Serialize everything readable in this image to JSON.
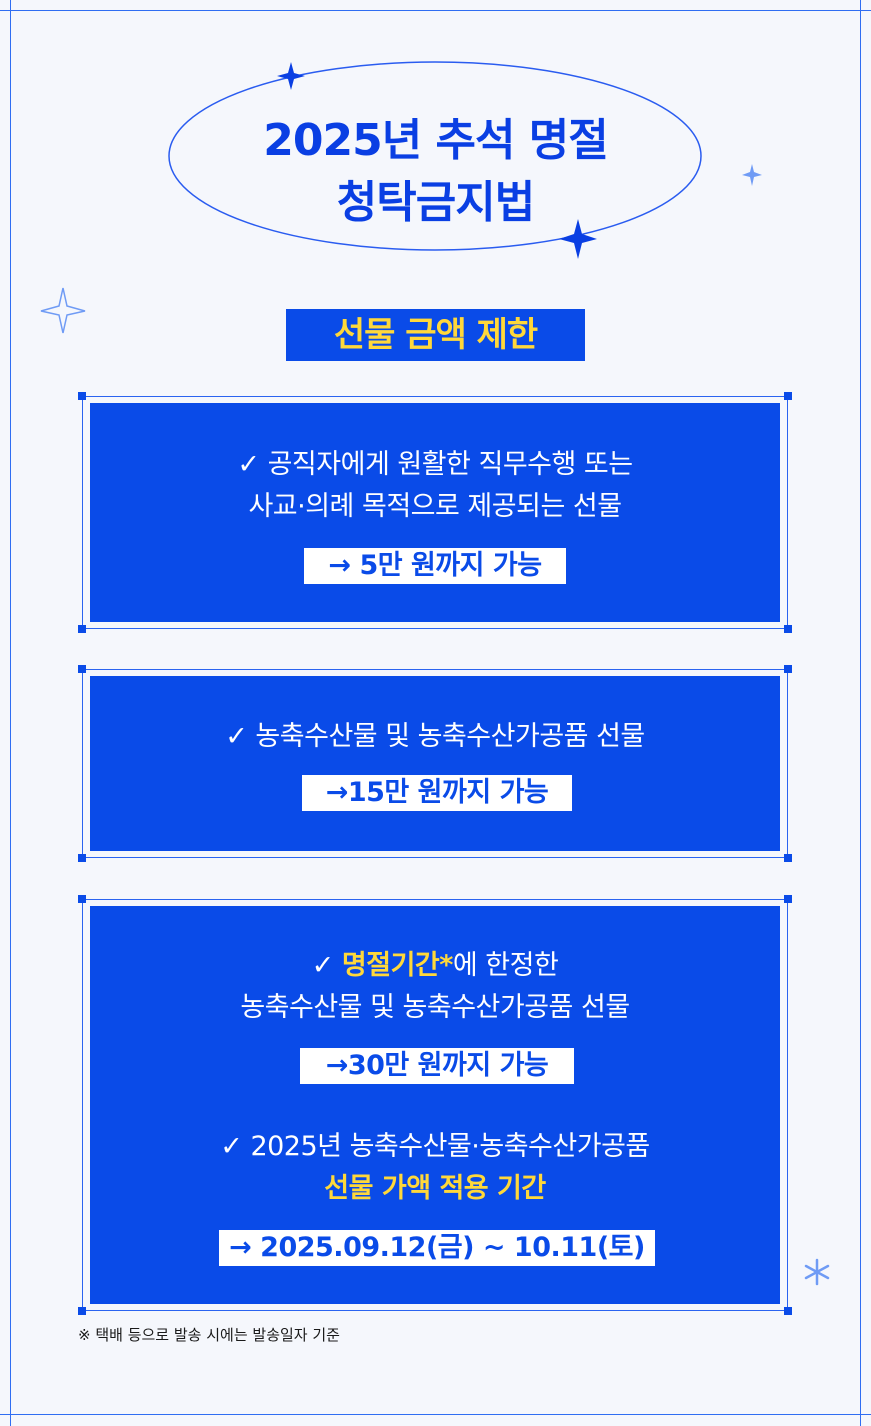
{
  "title": {
    "line1": "2025년 추석 명절",
    "line2": "청탁금지법"
  },
  "section_label": "선물 금액 제한",
  "box1": {
    "line1": "공직자에게 원활한 직무수행 또는",
    "line2": "사교·의례 목적으로 제공되는 선물",
    "result": "→ 5만 원까지 가능"
  },
  "box2": {
    "line1": "농축수산물 및 농축수산가공품 선물",
    "result": "→15만 원까지 가능"
  },
  "box3": {
    "item1_highlight": "명절기간*",
    "item1_rest": "에 한정한",
    "item1_line2": "농축수산물 및 농축수산가공품 선물",
    "item1_result": "→30만 원까지 가능",
    "item2_line1": "2025년 농축수산물·농축수산가공품",
    "item2_line2": "선물 가액 적용 기간",
    "item2_result": "→ 2025.09.12(금) ~ 10.11(토)"
  },
  "check_mark": "✓",
  "footnote": "※ 택배 등으로 발송 시에는 발송일자 기준",
  "colors": {
    "primary": "#0a4be8",
    "accent": "#ffd83a",
    "background": "#f5f7fc"
  }
}
